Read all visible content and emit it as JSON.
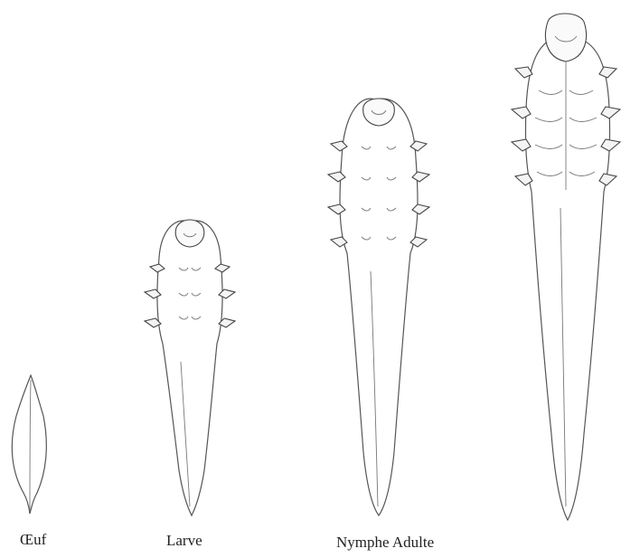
{
  "labels": {
    "egg": "Œuf",
    "larva": "Larve",
    "nymph_adult": "Nymphe Adulte"
  }
}
